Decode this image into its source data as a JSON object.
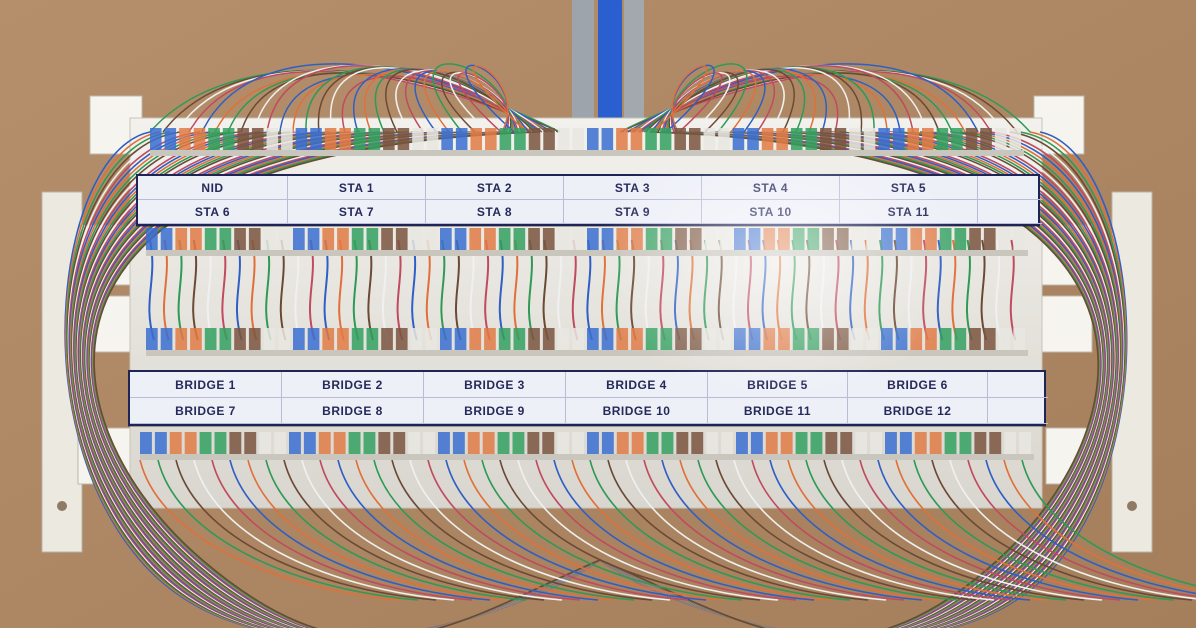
{
  "labels": {
    "top_row1": [
      "NID",
      "STA 1",
      "STA 2",
      "STA 3",
      "STA 4",
      "STA 5",
      ""
    ],
    "top_row2": [
      "STA 6",
      "STA 7",
      "STA 8",
      "STA 9",
      "STA 10",
      "STA 11",
      ""
    ],
    "bottom_row1": [
      "BRIDGE 1",
      "BRIDGE 2",
      "BRIDGE 3",
      "BRIDGE 4",
      "BRIDGE 5",
      "BRIDGE 6",
      ""
    ],
    "bottom_row2": [
      "BRIDGE 7",
      "BRIDGE 8",
      "BRIDGE 9",
      "BRIDGE 10",
      "BRIDGE 11",
      "BRIDGE 12",
      ""
    ]
  },
  "colors": {
    "wall": "#b08a66",
    "label_border": "#1e2456",
    "label_text": "#262a5a",
    "wire_colors": [
      "#2f5fc4",
      "#e0703a",
      "#2e9a55",
      "#6b4a35",
      "#f0f0f0",
      "#c04a60"
    ]
  }
}
